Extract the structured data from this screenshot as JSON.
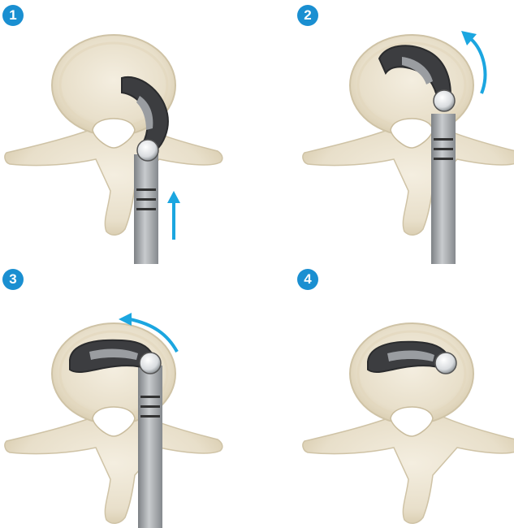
{
  "colors": {
    "badge": "#1a8fd1",
    "arrow": "#1ba6e0",
    "bone": "#ece4d1",
    "bone_edge": "#cfc3a6",
    "instrument": "#3c3d40",
    "shaft": "#a9acaf"
  },
  "steps": [
    {
      "number": "1",
      "arrow_icon": "up-arrow-icon"
    },
    {
      "number": "2",
      "arrow_icon": "curved-arrow-clockwise-icon"
    },
    {
      "number": "3",
      "arrow_icon": "curved-arrow-counterclockwise-icon"
    },
    {
      "number": "4",
      "arrow_icon": ""
    }
  ]
}
